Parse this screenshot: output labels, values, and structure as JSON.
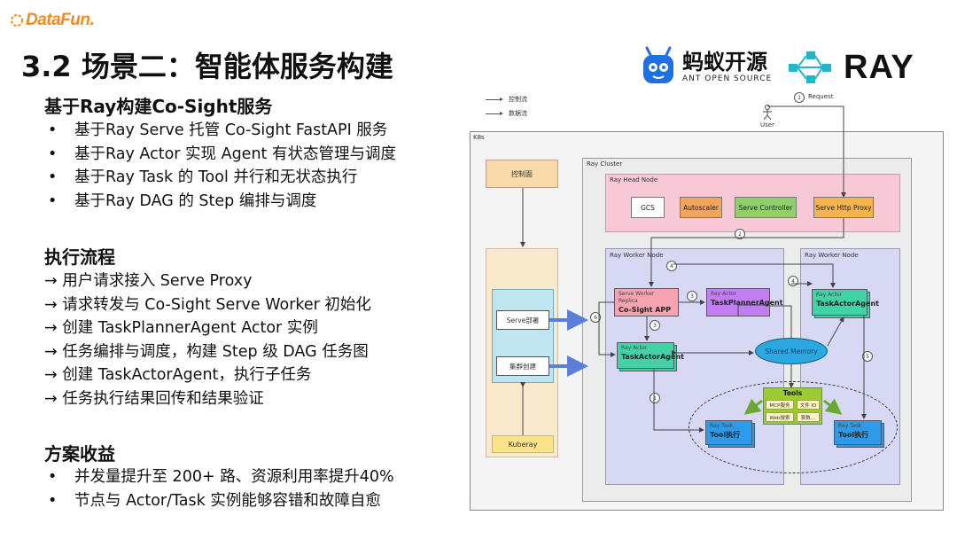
{
  "header": {
    "brand": "DataFun.",
    "title": "3.2 场景二：智能体服务构建",
    "ant_logo_cn": "蚂蚁开源",
    "ant_logo_en": "ANT OPEN SOURCE",
    "ray_logo": "RAY"
  },
  "section1": {
    "title": "基于Ray构建Co-Sight服务",
    "items": [
      "基于Ray Serve 托管 Co-Sight FastAPI 服务",
      "基于Ray Actor 实现 Agent 有状态管理与调度",
      "基于Ray Task 的 Tool 并行和无状态执行",
      "基于Ray DAG 的 Step 编排与调度"
    ]
  },
  "section2": {
    "title": "执行流程",
    "items": [
      "→ 用户请求接入 Serve Proxy",
      "→ 请求转发与 Co-Sight Serve Worker 初始化",
      "→ 创建 TaskPlannerAgent Actor 实例",
      "→ 任务编排与调度，构建 Step 级 DAG 任务图",
      "→ 创建 TaskActorAgent，执行子任务",
      "→ 任务执行结果回传和结果验证"
    ]
  },
  "section3": {
    "title": "方案收益",
    "items": [
      "并发量提升至 200+ 路、资源利用率提升40%",
      "节点与 Actor/Task 实例能够容错和故障自愈"
    ]
  },
  "diagram": {
    "legend": [
      "控制流",
      "数据流"
    ],
    "k8s": "K8s",
    "ray_cluster": "Ray Cluster",
    "head_node": "Ray Head Node",
    "head_boxes": [
      "GCS",
      "Autoscaler",
      "Serve Controller",
      "Serve Http Proxy"
    ],
    "worker_node_1": "Ray Worker Node",
    "worker_node_2": "Ray Worker Node",
    "control_plane": "控制面",
    "serve_deploy": "Serve部署",
    "cluster_create": "集群创建",
    "kuberay": "Kuberay",
    "user": "User",
    "request": "Request",
    "cosight_small": "Serve Worker Replica",
    "cosight_name": "Co-Sight APP",
    "planner_small": "Ray Actor",
    "planner_name": "TaskPlannerAgent",
    "actor_small": "Ray Actor",
    "actor_name": "TaskActorAgent",
    "actor2_small": "Ray Actor",
    "actor2_name": "TaskActorAgent",
    "shared_memory": "Shared Memory",
    "tools": "Tools",
    "tool_items": [
      "MCP服务",
      "文件 IO",
      "Web搜索",
      "算数…"
    ],
    "task1_small": "Ray Task",
    "task1_name": "Tool执行",
    "task2_small": "Ray Task",
    "task2_name": "Tool执行",
    "step_numbers": [
      "1",
      "2",
      "3",
      "4",
      "5",
      "6"
    ]
  },
  "colors": {
    "brand_orange": "#f08a24",
    "head_node_bg": "#f7c9d6",
    "worker_node_bg": "#d7d9f4",
    "cosight_card": "#f4a3b0",
    "planner_card": "#c07ef0",
    "actor_card": "#43d2a6",
    "task_card": "#2c9bea",
    "tools_bg": "#9ccc33",
    "shared_memory": "#2aa8e0",
    "arrow_blue": "#5b7fd6"
  }
}
